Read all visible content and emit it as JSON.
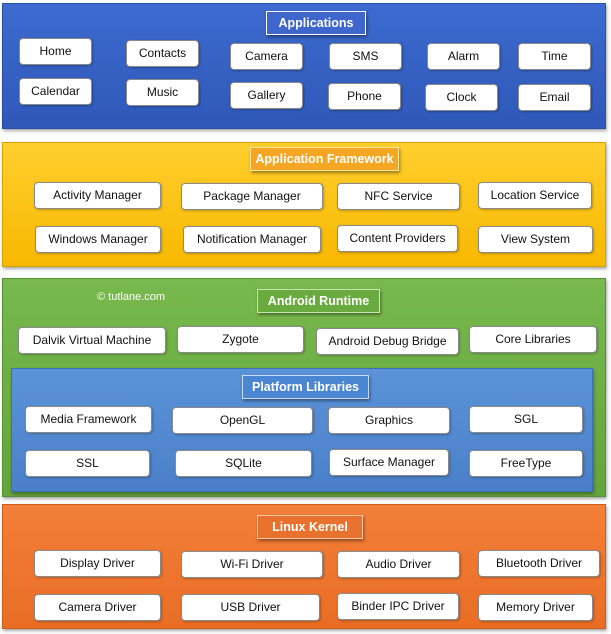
{
  "applications": {
    "title": "Applications",
    "items": [
      "Home",
      "Contacts",
      "Camera",
      "SMS",
      "Alarm",
      "Time",
      "Calendar",
      "Music",
      "Gallery",
      "Phone",
      "Clock",
      "Email"
    ]
  },
  "application_framework": {
    "title": "Application Framework",
    "items": [
      "Activity Manager",
      "Package Manager",
      "NFC Service",
      "Location Service",
      "Windows Manager",
      "Notification Manager",
      "Content Providers",
      "View System"
    ]
  },
  "android_runtime": {
    "title": "Android Runtime",
    "copyright": "© tutlane.com",
    "items": [
      "Dalvik Virtual Machine",
      "Zygote",
      "Android Debug Bridge",
      "Core Libraries"
    ]
  },
  "platform_libraries": {
    "title": "Platform Libraries",
    "items": [
      "Media Framework",
      "OpenGL",
      "Graphics",
      "SGL",
      "SSL",
      "SQLite",
      "Surface Manager",
      "FreeType"
    ]
  },
  "linux_kernel": {
    "title": "Linux Kernel",
    "items": [
      "Display Driver",
      "Wi-Fi Driver",
      "Audio Driver",
      "Bluetooth Driver",
      "Camera Driver",
      "USB Driver",
      "Binder IPC Driver",
      "Memory Driver"
    ]
  }
}
